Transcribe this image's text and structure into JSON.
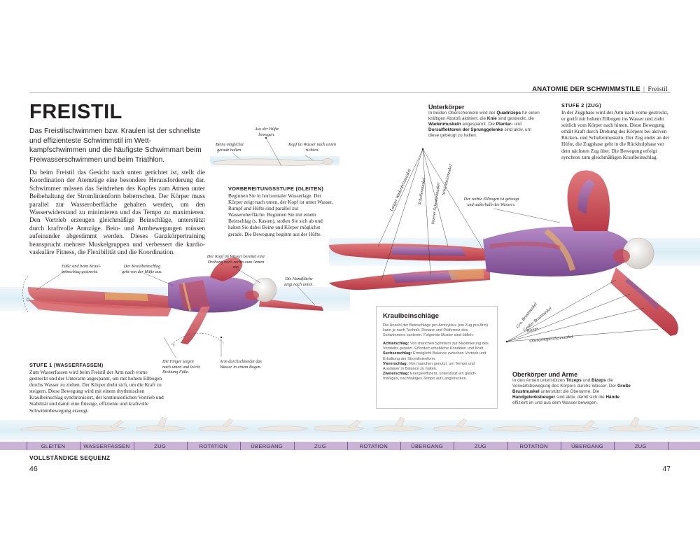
{
  "running_head": {
    "section": "ANATOMIE DER SCHWIMMSTILE",
    "separator": "|",
    "chapter": "Freistil"
  },
  "title": "FREISTIL",
  "intro": "Das Freistilschwimmen bzw. Kraulen ist der schnellste und effizienteste Schwimmstil im Wett­kampfschwimmen und die häufigste Schwimmart beim Freiwasserschwimmen und beim Triathlon.",
  "body": "Da beim Freistil das Gesicht nach unten gerichtet ist, stellt die Koordination der Atemzüge eine besondere Herausforderung dar. Schwimmer müssen das Seitdrehen des Kopfes zum Atmen unter Beibehaltung der Stromlinienform beherrschen. Der Kör­per muss parallel zur Wasseroberfläche gehalten werden, um den Wasserwiderstand zu minimieren und das Tempo zu maximieren. Den Vortrieb erzeugen gleichmäßige Beinschläge, unterstützt durch kraftvolle Armzüge. Bein- und Armbewegungen müssen aufeinander abgestimmt werden. Dieses Ganzkörpertraining beansprucht mehrere Muskelgruppen und verbessert die kardio­vaskuläre Fitness, die Flexibilität und die Koordination.",
  "glide_labels": {
    "hip": "Aus der Hüfte bewegen.",
    "legs": "Beine möglichst gerade halten.",
    "head": "Kopf im Wasser nach unten richten."
  },
  "prep": {
    "heading": "VORBEREITUNGSSTUFE (GLEITEN)",
    "text": "Beginnen Sie in horizontaler Wasserlage. Der Körper zeigt nach unten, der Kopf ist unter Wasser, Rumpf und Hüfte sind parallel zur Wasseroberfläche. Beginnen Sie mit einem Beinschlag (s. Kasten), stoßen Sie sich ab und halten Sie dabei Beine und Körper möglichst gerade. Die Bewegung beginnt aus der Hüfte."
  },
  "stage1_labels": {
    "feet": "Füße sind beim Kraul­beinschlag gestreckt.",
    "kick": "Der Kraul­beinschlag geht von der Hüfte aus.",
    "head": "Der Kopf im Wasser bereitet eine Drehung nach rechts zum Atmen vor.",
    "palm": "Die Handfläche zeigt nach unten.",
    "fingers": "Die Finger zeigen nach unten und leicht Richtung Füße.",
    "arm": "Arm durchschneidet das Wasser in einem Bogen."
  },
  "stage1": {
    "heading": "STUFE 1 (WASSERFASSEN)",
    "text": "Zum Wasserfassen wird beim Freistil der Arm nach vorne gestreckt und der Unterarm angespannt, um mit hohem Ellbogen durchs Wasser zu ziehen. Der Körper dreht sich, um die Kraft zu steigern. Diese Bewegung wird mit einem rhythmischen Kraulbeinschlag synchro­nisiert, der kontinuierlichen Vortrieb und Stabilität und damit eine flüssige, effiziente und kraftvolle Schwimmbewegung erzeugt."
  },
  "unterkoerper": {
    "heading": "Unterkörper",
    "t1": "In beiden Oberschenkeln wird der ",
    "b1": "Quadrizeps",
    "t2": " für einen kräftigen Abstoß aktiviert, die ",
    "b2": "Knie",
    "t3": " sind gestreckt, die ",
    "b3": "Wadenmuskeln",
    "t4": " angespannt. Die ",
    "b4": "Plantar-",
    "t5": " und ",
    "b5": "Dorsalflektoren der Sprunggelenke",
    "t6": " sind aktiv, um diese gebeugt zu halten."
  },
  "muscles_lower": [
    "Langer Wadenbeinmuskel",
    "Schollenmuskel",
    "Innerer Schenkelmuskel",
    "Schienbeinmuskel"
  ],
  "elbow_label": "Der rechte Ellbogen ist gebeugt und außerhalb des Wassers.",
  "stage2": {
    "heading": "STUFE 2 (ZUG)",
    "text": "In der Zugphase wird der Arm nach vorne gestreckt, er greift mit hohem Ellbogen ins Wasser und zieht seitlich vom Körper nach hinten. Diese Bewegung erhält Kraft durch Drehung des Körpers bei aktiven Rücken- und Schultermuskeln. Der Zug endet an der Hüfte, die Zugphase geht in die Rückholphase vor dem nächsten Zug über. Die Bewegung erfolgt synchron zum gleichmäßigen Kraulbeinschlag."
  },
  "muscles_upper": [
    "Gro. Brustmuskel",
    "Großer Brustmuskel",
    "Bizeps",
    "Oberarmspeichenmuskel"
  ],
  "kraul_box": {
    "heading": "Kraulbeinschläge",
    "intro": "Die Anzahl der Beinschläge pro Armzyklus (ein Zug pro Arm) kann je nach Technik, Distanz und Präferenz des Schwimmers variieren. Folgende Muster sind üblich:",
    "items": [
      {
        "term": "Achterschlag:",
        "text": " Von manchen Sprintern zur Maxi­mierung des Vortriebs genutzt. Erfordert erhebliche Kondition und Kraft."
      },
      {
        "term": "Sechserschlag:",
        "text": " Ermöglicht Balance zwischen Vortrieb und Erhaltung der Stromlinienform."
      },
      {
        "term": "Viererschlag:",
        "text": " Von manchen genutzt, um Tempo und Ausdauer in Balance zu halten."
      },
      {
        "term": "Zweierschlag:",
        "text": " Energieeffizient, unterstützt ein gleich­mäßiges, nachhaltiges Tempo auf Langstrecken."
      }
    ]
  },
  "oberkoerper": {
    "heading": "Oberkörper und Arme",
    "t1": "In den Armen unterstützen ",
    "b1": "Trizeps",
    "t2": " und ",
    "b2": "Bizeps",
    "t3": " die Vorwärtsbewegung des Körpers durchs Wasser. Der ",
    "b3": "Große Brustmuskel",
    "t4": " unterstützt die Oberarme. Die ",
    "b4": "Handgelenksbeuger",
    "t5": " sind aktiv, damit sich die ",
    "b5": "Hände",
    "t6": " effizient im und aus dem Wasser bewegen."
  },
  "sequence": {
    "heading": "VOLLSTÄNDIGE SEQUENZ",
    "steps": [
      "GLEITEN",
      "WASSERFASSEN",
      "ZUG",
      "ROTATION",
      "ÜBERGANG",
      "ZUG",
      "ROTATION",
      "ÜBERGANG",
      "ZUG",
      "ROTATION",
      "ÜBERGANG",
      "ZUG"
    ]
  },
  "pages": {
    "left": "46",
    "right": "47"
  },
  "colors": {
    "muscle": "#c8474f",
    "purple": "#8a5a9e",
    "water": "#cfe6f2",
    "seq_bar": "#c9b3d6",
    "skin": "#f1ece6"
  }
}
